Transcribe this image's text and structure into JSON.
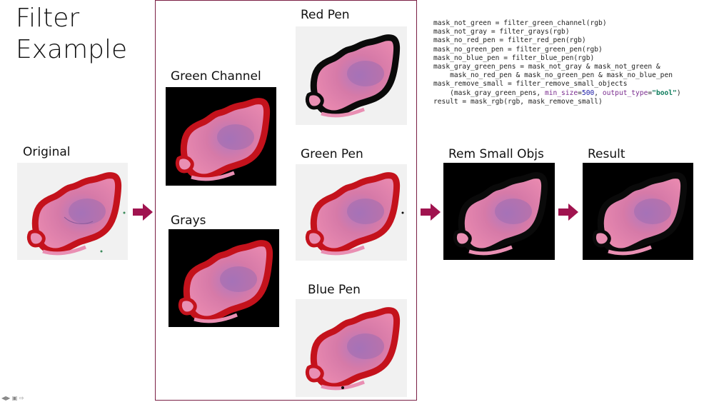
{
  "slide": {
    "title_line1": "Filter",
    "title_line2": "Example"
  },
  "labels": {
    "original": "Original",
    "green_channel": "Green Channel",
    "grays": "Grays",
    "red_pen": "Red Pen",
    "green_pen": "Green Pen",
    "blue_pen": "Blue Pen",
    "rem_small_objs": "Rem Small Objs",
    "result": "Result"
  },
  "code": {
    "line1": "mask_not_green = filter_green_channel(rgb)",
    "line2": "mask_not_gray = filter_grays(rgb)",
    "line3": "mask_no_red_pen = filter_red_pen(rgb)",
    "line4": "mask_no_green_pen = filter_green_pen(rgb)",
    "line5": "mask_no_blue_pen = filter_blue_pen(rgb)",
    "line6": "mask_gray_green_pens = mask_not_gray & mask_not_green &",
    "line7": "    mask_no_red_pen & mask_no_green_pen & mask_no_blue_pen",
    "line8": "mask_remove_small = filter_remove_small_objects",
    "line9_a": "    (mask_gray_green_pens, ",
    "line9_kw1": "min_size",
    "line9_eq1": "=",
    "line9_num": "500",
    "line9_sep": ", ",
    "line9_kw2": "output_type",
    "line9_eq2": "=",
    "line9_str": "\"bool\"",
    "line9_end": ")",
    "line10": "result = mask_rgb(rgb, mask_remove_small)"
  },
  "colors": {
    "frame_border": "#7a1f44",
    "arrow_fill": "#a0134f",
    "tissue_pink": "#e56e9b",
    "tissue_purple": "#9b5fa8",
    "red_pen": "#c4121c",
    "black_pen": "#0a0a0a",
    "light_bg": "#f1f1f1",
    "dark_bg": "#000000"
  },
  "icons": {
    "arrow": "right-arrow-icon",
    "nav": "slide-nav-icons"
  }
}
